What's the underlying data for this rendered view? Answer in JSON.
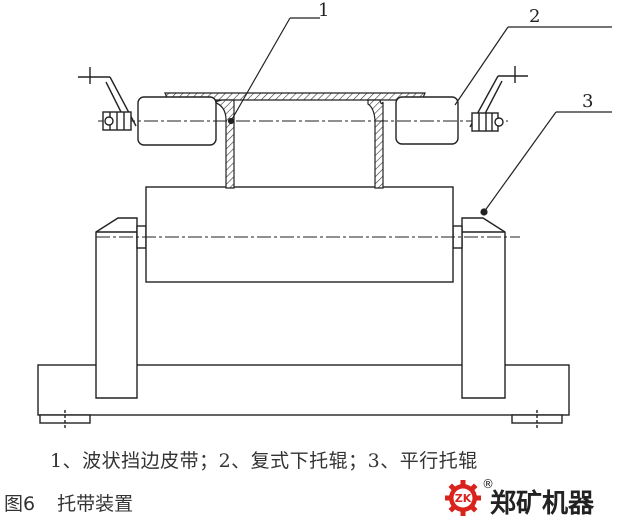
{
  "figure": {
    "callouts": [
      "1",
      "2",
      "3"
    ],
    "caption": "1、波状挡边皮带；2、复式下托辊；3、平行托辊",
    "number": "图6",
    "title": "托带装置"
  },
  "brand": {
    "logo_text": "ZK",
    "registered_mark": "®",
    "name": "郑矿机器",
    "logo_color": "#d9231d"
  }
}
